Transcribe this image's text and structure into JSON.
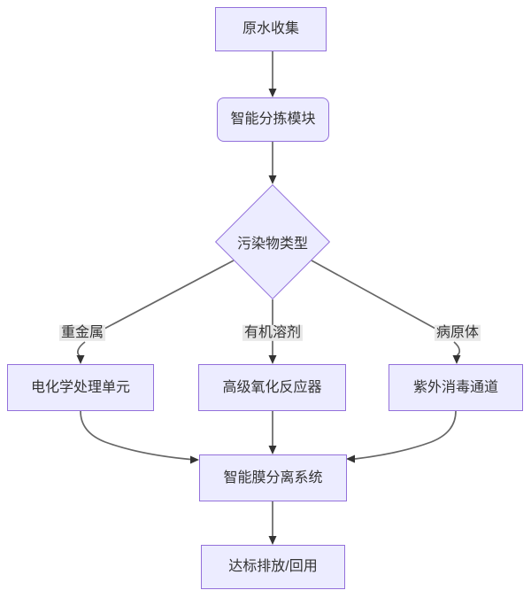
{
  "diagram": {
    "type": "flowchart",
    "direction": "top-to-bottom",
    "nodes": [
      {
        "id": "A",
        "label": "原水收集",
        "shape": "rect"
      },
      {
        "id": "B",
        "label": "智能分拣模块",
        "shape": "rounded-rect"
      },
      {
        "id": "C",
        "label": "污染物类型",
        "shape": "diamond"
      },
      {
        "id": "D",
        "label": "电化学处理单元",
        "shape": "rect"
      },
      {
        "id": "E",
        "label": "高级氧化反应器",
        "shape": "rect"
      },
      {
        "id": "F",
        "label": "紫外消毒通道",
        "shape": "rect"
      },
      {
        "id": "G",
        "label": "智能膜分离系统",
        "shape": "rect"
      },
      {
        "id": "H",
        "label": "达标排放/回用",
        "shape": "rect"
      }
    ],
    "edge_labels": [
      {
        "from": "C",
        "to": "D",
        "label": "重金属"
      },
      {
        "from": "C",
        "to": "E",
        "label": "有机溶剂"
      },
      {
        "from": "C",
        "to": "F",
        "label": "病原体"
      }
    ],
    "edges_without_labels": [
      {
        "from": "A",
        "to": "B"
      },
      {
        "from": "B",
        "to": "C"
      },
      {
        "from": "D",
        "to": "G"
      },
      {
        "from": "E",
        "to": "G"
      },
      {
        "from": "F",
        "to": "G"
      },
      {
        "from": "G",
        "to": "H"
      }
    ],
    "colors": {
      "node_fill": "#ECECFF",
      "node_border": "#9370DB",
      "edge_line": "#666666",
      "arrowhead": "#333333",
      "edge_label_background": "#e8e8e8",
      "text": "#333333",
      "background": "#ffffff"
    }
  }
}
